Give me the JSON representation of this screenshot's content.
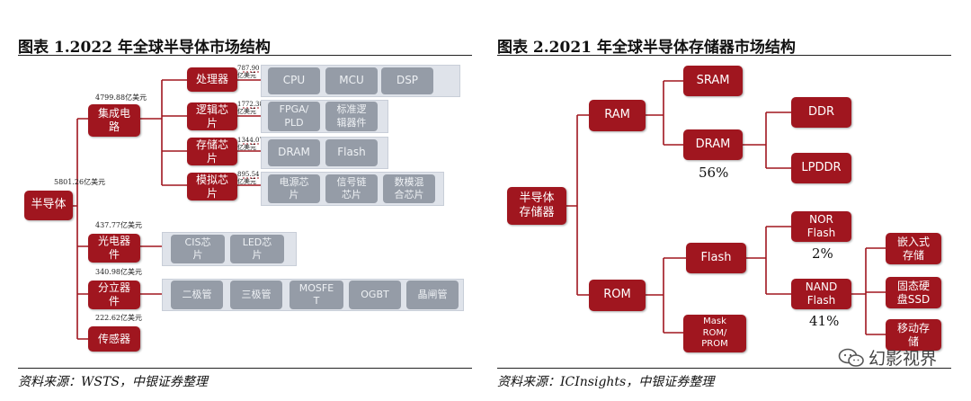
{
  "left": {
    "title": "图表 1.2022 年全球半导体市场结构",
    "source": "资料来源：WSTS，中银证券整理",
    "root": {
      "label": "半导体",
      "value": "5801.26亿美元"
    },
    "level1": [
      {
        "label": "集成电\n路",
        "value": "4799.88亿美元"
      },
      {
        "label": "光电器\n件",
        "value": "437.77亿美元"
      },
      {
        "label": "分立器\n件",
        "value": "340.98亿美元"
      },
      {
        "label": "传感器",
        "value": "222.62亿美元"
      }
    ],
    "ic_children": [
      {
        "label": "处理器",
        "value": "787.90\n亿美元",
        "items": [
          "CPU",
          "MCU",
          "DSP"
        ]
      },
      {
        "label": "逻辑芯\n片",
        "value": "1772.38\n亿美元",
        "items": [
          "FPGA/\nPLD",
          "标准逻\n辑器件"
        ]
      },
      {
        "label": "存储芯\n片",
        "value": "1344.07\n亿美元",
        "items": [
          "DRAM",
          "Flash"
        ]
      },
      {
        "label": "模拟芯\n片",
        "value": "895.54\n亿美元",
        "items": [
          "电源芯\n片",
          "信号链\n芯片",
          "数模混\n合芯片"
        ]
      }
    ],
    "optical_items": [
      "CIS芯\n片",
      "LED芯\n片"
    ],
    "discrete_items": [
      "二极管",
      "三极管",
      "MOSFE\nT",
      "OGBT",
      "晶闸管"
    ]
  },
  "right": {
    "title": "图表 2.2021 年全球半导体存储器市场结构",
    "source": "资料来源：ICInsights，中银证券整理",
    "root": "半导体\n存储器",
    "ram": "RAM",
    "sram": "SRAM",
    "dram": "DRAM",
    "dram_pct": "56%",
    "ddr": "DDR",
    "lpddr": "LPDDR",
    "rom": "ROM",
    "flash": "Flash",
    "mask_rom": "Mask\nROM/\nPROM",
    "nor": "NOR\nFlash",
    "nor_pct": "2%",
    "nand": "NAND\nFlash",
    "nand_pct": "41%",
    "nand_uses": [
      "嵌入式\n存储",
      "固态硬\n盘SSD",
      "移动存\n储"
    ]
  },
  "watermark": {
    "text": "幻影视界",
    "icon": "wechat-icon"
  }
}
